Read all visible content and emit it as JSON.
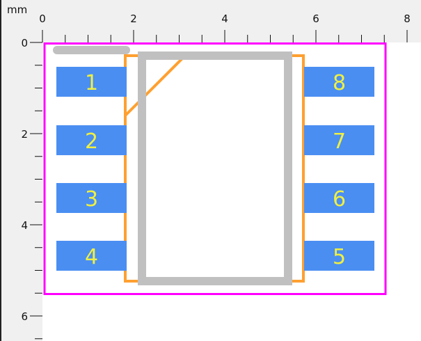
{
  "ruler": {
    "unit_label": "mm",
    "x_labels": [
      "0",
      "2",
      "4",
      "6",
      "8"
    ],
    "y_labels": [
      "0",
      "2",
      "4",
      "6"
    ]
  },
  "footprint": {
    "pads_left": [
      "1",
      "2",
      "3",
      "4"
    ],
    "pads_right": [
      "8",
      "7",
      "6",
      "5"
    ]
  },
  "colors": {
    "pad": "#4a8ef2",
    "pad_text": "#f0f040",
    "courtyard": "#ff00ff",
    "fab": "#ffa030",
    "silk": "#c0c0c0",
    "ruler_bg": "#f0f0f0"
  }
}
